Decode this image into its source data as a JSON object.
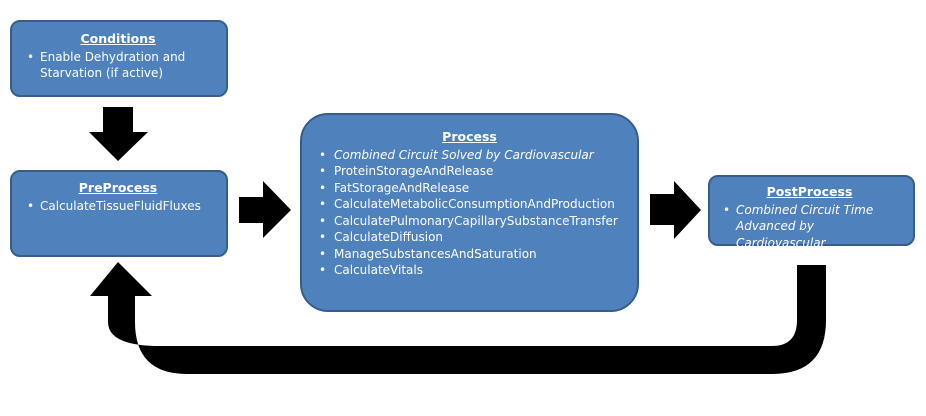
{
  "diagram": {
    "conditions": {
      "title": "Conditions",
      "items": [
        "Enable Dehydration and Starvation (if active)"
      ]
    },
    "preprocess": {
      "title": "PreProcess",
      "items": [
        "CalculateTissueFluidFluxes"
      ]
    },
    "process": {
      "title": "Process",
      "items": [
        "Combined Circuit Solved by Cardiovascular",
        "ProteinStorageAndRelease",
        "FatStorageAndRelease",
        "CalculateMetabolicConsumptionAndProduction",
        "CalculatePulmonaryCapillarySubstanceTransfer",
        "CalculateDiffusion",
        "ManageSubstancesAndSaturation",
        "CalculateVitals"
      ]
    },
    "postprocess": {
      "title": "PostProcess",
      "items": [
        "Combined Circuit Time Advanced by Cardiovascular"
      ]
    }
  },
  "colors": {
    "box_fill": "#4f81bd",
    "box_border": "#385d8a",
    "text": "#ffffff",
    "arrow": "#000000"
  }
}
